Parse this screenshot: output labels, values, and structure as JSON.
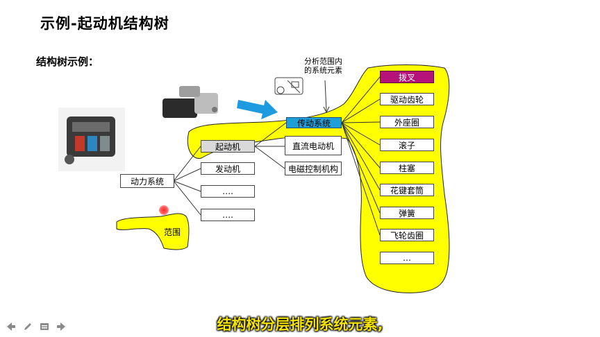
{
  "slide": {
    "title": "示例-起动机结构树",
    "subtitle": "结构树示例：",
    "note_line1": "分析范围内",
    "note_line2": "的系统元素",
    "caption": "结构树分层排列系统元素,"
  },
  "tree": {
    "root": "动力系统",
    "level1": [
      "起动机",
      "发动机",
      "….",
      "…."
    ],
    "starter_children": [
      "直流电动机",
      "电磁控制机构"
    ],
    "transmission": "传动系统",
    "transmission_children": [
      "拨叉",
      "驱动齿轮",
      "外座圈",
      "滚子",
      "柱塞",
      "花键套筒",
      "弹簧",
      "飞轮齿圈",
      "…"
    ],
    "scope_label": "范围"
  },
  "colors": {
    "highlight": "#ffff00",
    "transmission_box": "#1f9fd8",
    "fork_box": "#b5127a",
    "arrow": "#1e9ae0",
    "caption_text": "#f4e400"
  },
  "player_controls": [
    "prev-arrow-icon",
    "pen-icon",
    "menu-icon",
    "next-arrow-icon"
  ]
}
